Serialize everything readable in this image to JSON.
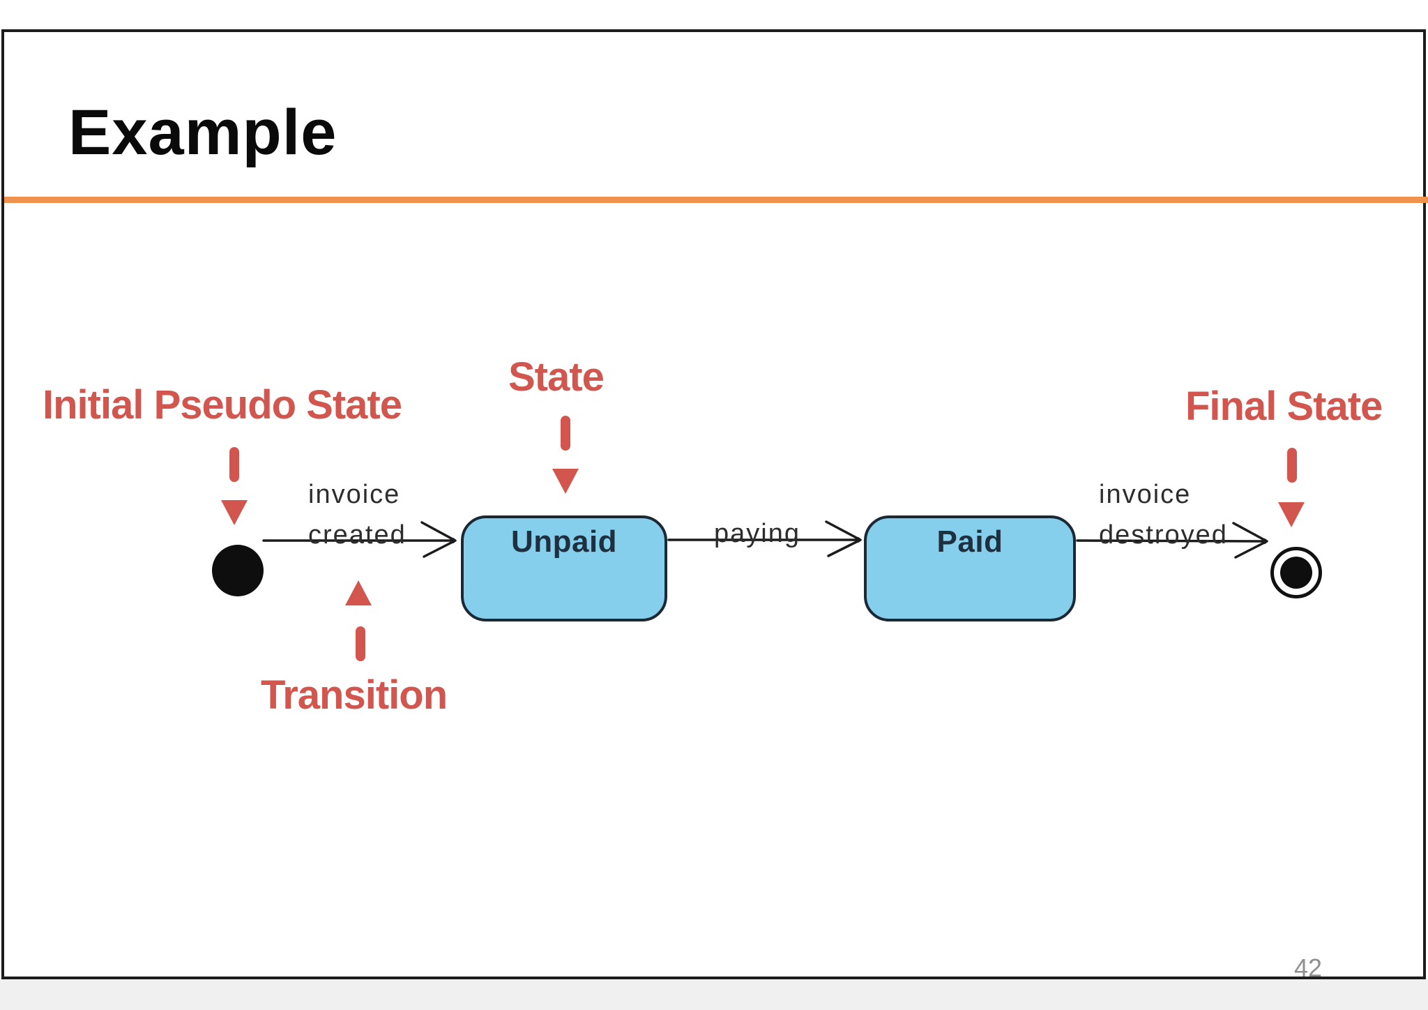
{
  "slide": {
    "title": "Example",
    "page_number": "42"
  },
  "colors": {
    "accent_rule": "#F0924E",
    "annotation_red": "#D2564E",
    "state_fill": "#85CFEC",
    "state_border": "#1B2935",
    "line_black": "#1c1c1c"
  },
  "annotations": {
    "initial_pseudo_state": "Initial Pseudo State",
    "state": "State",
    "final_state": "Final State",
    "transition": "Transition"
  },
  "states": {
    "unpaid": "Unpaid",
    "paid": "Paid"
  },
  "transitions": {
    "invoice_created": {
      "line1": "invoice",
      "line2": "created"
    },
    "paying": {
      "line1": "paying"
    },
    "invoice_destroyed": {
      "line1": "invoice",
      "line2": "destroyed"
    }
  }
}
